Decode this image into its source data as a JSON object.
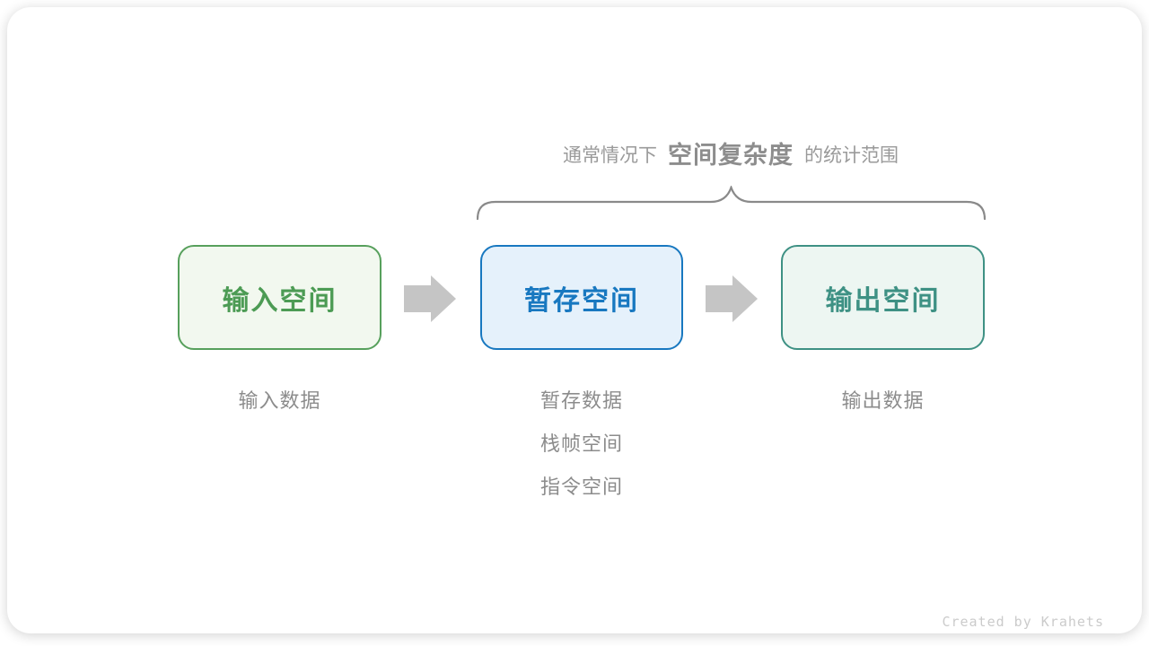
{
  "diagram": {
    "title": {
      "prefix": "通常情况下",
      "highlight": "空间复杂度",
      "suffix": "的统计范围"
    },
    "boxes": [
      {
        "label": "输入空间",
        "border_color": "#57a05c",
        "fill_color": "#f2f8ef",
        "text_color": "#4c9b54",
        "notes": [
          "输入数据"
        ]
      },
      {
        "label": "暂存空间",
        "border_color": "#1878c0",
        "fill_color": "#e5f1fb",
        "text_color": "#1878c0",
        "notes": [
          "暂存数据",
          "栈帧空间",
          "指令空间"
        ]
      },
      {
        "label": "输出空间",
        "border_color": "#3e9184",
        "fill_color": "#edf6f2",
        "text_color": "#3e9184",
        "notes": [
          "输出数据"
        ]
      }
    ],
    "arrows": [
      "arrow-right",
      "arrow-right"
    ],
    "colors": {
      "title_text": "#9a9a9a",
      "title_highlight_text": "#8d8d8d",
      "brace": "#8a8a8a",
      "note_text": "#8c8c8c",
      "arrow": "#c5c5c5",
      "card_background": "#ffffff",
      "credit_text": "#cbcbcb"
    },
    "credit": "Created by Krahets"
  }
}
